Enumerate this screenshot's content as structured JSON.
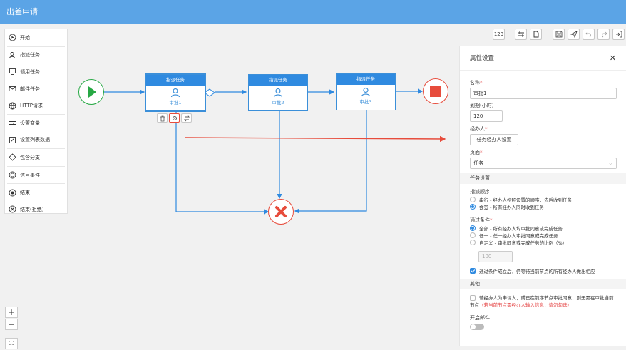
{
  "title": "出差申请",
  "palette": [
    {
      "label": "开始",
      "icon": "play-circle-icon"
    },
    {
      "label": "指派任务",
      "icon": "user-assign-icon"
    },
    {
      "label": "领用任务",
      "icon": "user-card-icon"
    },
    {
      "label": "邮件任务",
      "icon": "mail-icon"
    },
    {
      "label": "HTTP请求",
      "icon": "globe-icon"
    },
    {
      "label": "设置变量",
      "icon": "variable-icon"
    },
    {
      "label": "设置列表数据",
      "icon": "edit-list-icon"
    },
    {
      "label": "包含分支",
      "icon": "diamond-icon"
    },
    {
      "label": "信号事件",
      "icon": "signal-icon"
    },
    {
      "label": "结束",
      "icon": "end-circle-icon"
    },
    {
      "label": "结束(拒绝)",
      "icon": "reject-circle-icon"
    }
  ],
  "toolbar": {
    "grid_label": "123"
  },
  "nodes": [
    {
      "header": "指派任务",
      "label": "审批1"
    },
    {
      "header": "指派任务",
      "label": "审批2"
    },
    {
      "header": "指派任务",
      "label": "审批3"
    }
  ],
  "panel": {
    "title": "属性设置",
    "name_label": "名称",
    "name_value": "审批1",
    "timeout_label": "到期(小时)",
    "timeout_value": "120",
    "assignee_label": "经办人",
    "assignee_button": "任务经办人设置",
    "page_label": "页面",
    "page_value": "任务",
    "task_section": "任务设置",
    "order_label": "指派顺序",
    "order_opt1": "串行 - 经办人按照设置的顺序，先后收到任务",
    "order_opt2": "会签 - 所有经办人同时收到任务",
    "cond_label": "通过条件",
    "cond_opt1": "全部 - 所有经办人均审批同意或完成任务",
    "cond_opt2": "任一 - 任一经办人审批同意或完成任务",
    "cond_opt3": "自定义 - 审批同意或完成任务的比例（%）",
    "percent_placeholder": "100",
    "wait_label": "通过条件成立后，仍等待当前节点的所有经办人做出相应",
    "other_section": "其他",
    "skip_label": "若经办人为申请人，或已在前序节点审批同意，则无需在审批当前节点",
    "skip_note": "（若当前节点需经办人输入信息，请勿勾选）",
    "mail_label": "开启邮件"
  },
  "colors": {
    "accent": "#2f8ae0",
    "start": "#27a844",
    "end": "#e74c3c",
    "titlebar": "#5ba4e6"
  }
}
